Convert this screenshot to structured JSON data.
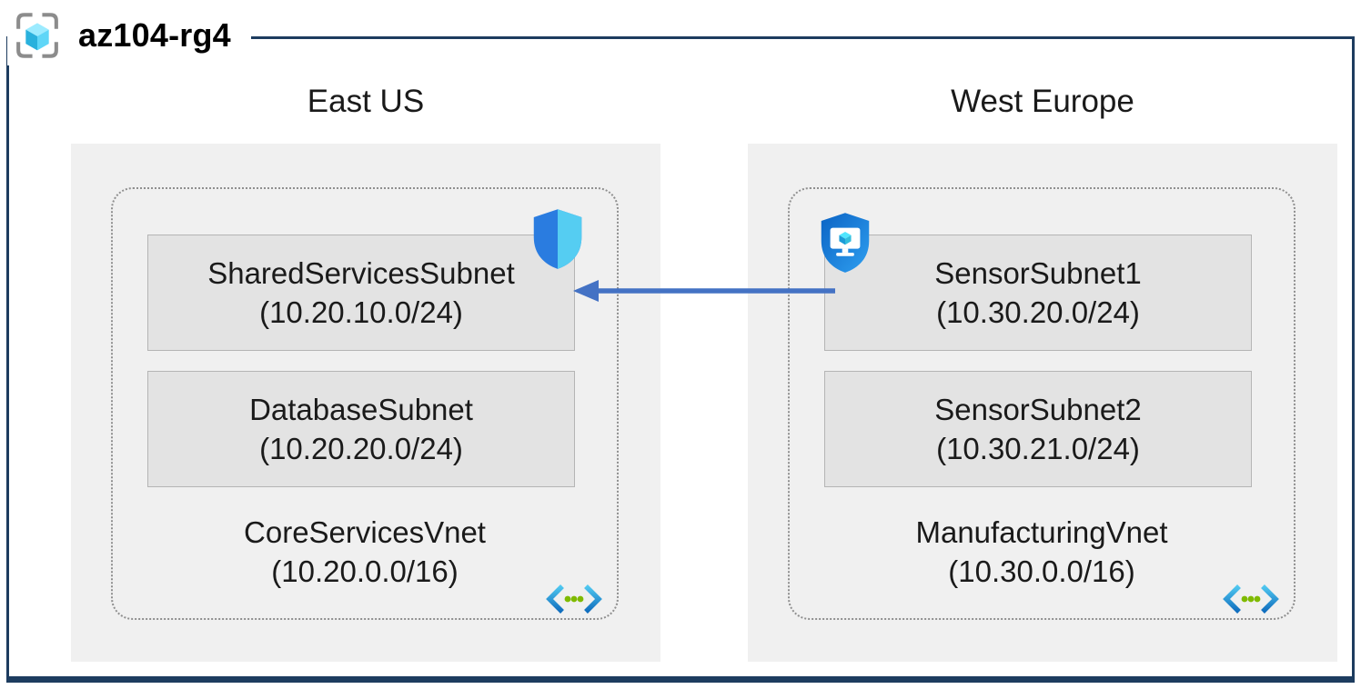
{
  "diagram": {
    "title": "az104-rg4",
    "regions": [
      {
        "name": "East US",
        "vnet_name": "CoreServicesVnet",
        "vnet_cidr": "(10.20.0.0/16)",
        "subnets": [
          {
            "name": "SharedServicesSubnet",
            "cidr": "(10.20.10.0/24)"
          },
          {
            "name": "DatabaseSubnet",
            "cidr": "(10.20.20.0/24)"
          }
        ]
      },
      {
        "name": "West Europe",
        "vnet_name": "ManufacturingVnet",
        "vnet_cidr": "(10.30.0.0/16)",
        "subnets": [
          {
            "name": "SensorSubnet1",
            "cidr": "(10.30.20.0/24)"
          },
          {
            "name": "SensorSubnet2",
            "cidr": "(10.30.21.0/24)"
          }
        ]
      }
    ],
    "connection": {
      "from": "SensorSubnet1",
      "to": "SharedServicesSubnet",
      "color": "#4472c4",
      "direction": "left"
    },
    "icons": {
      "header": "resource-group-icon",
      "east_subnet_badge": "shield-icon",
      "west_subnet_badge": "shield-monitor-icon",
      "vnet_corner": "virtual-network-icon"
    },
    "colors": {
      "frame_border": "#1d3c5f",
      "region_fill": "#f0f0f0",
      "subnet_fill": "#e3e3e3",
      "subnet_border": "#b5b5b5",
      "vnet_border": "#8f8f8f",
      "arrow": "#4472c4",
      "icon_green": "#7fba00",
      "icon_blue": "#0078d4",
      "icon_cyan": "#50e6ff"
    }
  }
}
